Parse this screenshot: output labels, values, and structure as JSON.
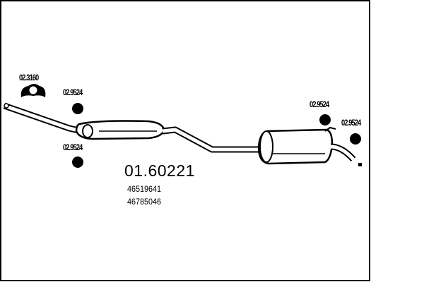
{
  "part_number": "01.60221",
  "oem_numbers": [
    "46519641",
    "46785046"
  ],
  "components": [
    {
      "label": "02.3160",
      "icon": "clamp-icon"
    },
    {
      "label": "02.9524",
      "icon": "rubber-mount-icon"
    },
    {
      "label": "02.9524",
      "icon": "rubber-mount-icon"
    },
    {
      "label": "02.9524",
      "icon": "rubber-mount-icon"
    },
    {
      "label": "02.9524",
      "icon": "rubber-mount-icon"
    }
  ]
}
